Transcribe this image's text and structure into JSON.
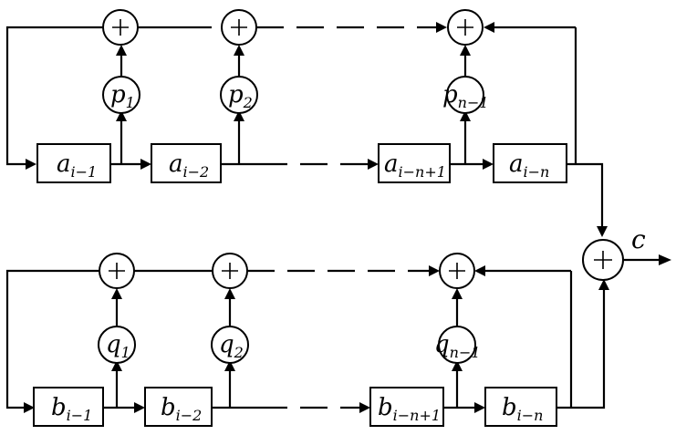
{
  "registers_a": [
    {
      "base": "a",
      "sub": "i−1"
    },
    {
      "base": "a",
      "sub": "i−2"
    },
    {
      "base": "a",
      "sub": "i−n+1"
    },
    {
      "base": "a",
      "sub": "i−n"
    }
  ],
  "registers_b": [
    {
      "base": "b",
      "sub": "i−1"
    },
    {
      "base": "b",
      "sub": "i−2"
    },
    {
      "base": "b",
      "sub": "i−n+1"
    },
    {
      "base": "b",
      "sub": "i−n"
    }
  ],
  "coeff_p": [
    {
      "base": "p",
      "sub": "1"
    },
    {
      "base": "p",
      "sub": "2"
    },
    {
      "base": "p",
      "sub": "n−1"
    }
  ],
  "coeff_q": [
    {
      "base": "q",
      "sub": "1"
    },
    {
      "base": "q",
      "sub": "2"
    },
    {
      "base": "q",
      "sub": "n−1"
    }
  ],
  "output_label": "c"
}
